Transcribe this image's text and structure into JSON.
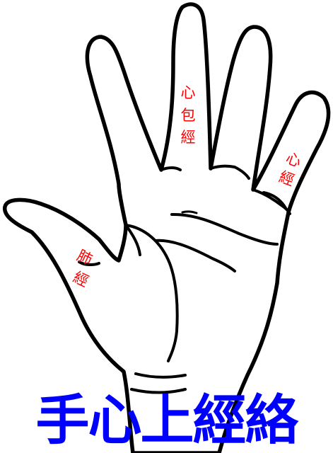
{
  "title": "手心上經絡",
  "labels": {
    "pericardium": [
      "心",
      "包",
      "經"
    ],
    "heart": [
      "心",
      "經"
    ],
    "lung": [
      "肺",
      "經"
    ]
  },
  "colors": {
    "title": "#0000ff",
    "labels": "#ff0000",
    "outline": "#000000",
    "background": "#ffffff"
  }
}
